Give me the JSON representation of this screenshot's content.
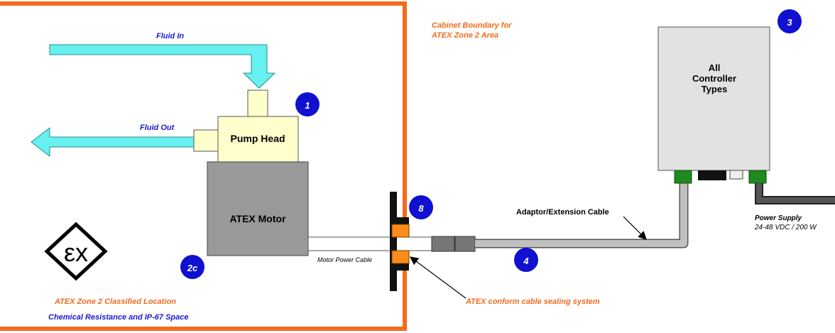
{
  "colors": {
    "boundary": "#f26b1d",
    "fluid": "#66f0ef",
    "fluid_stroke": "#2a8c8c",
    "pump_head": "#ffffcc",
    "motor": "#999999",
    "controller": "#e2e2e2",
    "cable": "#c0c0c0",
    "cable_dark": "#555555",
    "connector_green": "#1f8a1f",
    "marker": "#1010d0",
    "label_orange": "#f26b1d",
    "label_blue": "#1a1ad0",
    "seal_orange": "#ff8c1a",
    "seal_black": "#111111"
  },
  "labels": {
    "fluid_in": "Fluid In",
    "fluid_out": "Fluid Out",
    "pump_head": "Pump Head",
    "motor": "ATEX Motor",
    "motor_cable": "Motor Power Cable",
    "boundary_line1": "Cabinet Boundary for",
    "boundary_line2": "ATEX Zone 2 Area",
    "controller_line1": "All",
    "controller_line2": "Controller",
    "controller_line3": "Types",
    "extension_cable": "Adaptor/Extension Cable",
    "power_supply": "Power Supply",
    "power_spec": "24-48 VDC / 200 W",
    "seal_system": "ATEX conform cable sealing system",
    "zone_location": "ATEX Zone 2 Classified Location",
    "chem_space": "Chemical Resistance and IP-67 Space",
    "ex_symbol": "εx"
  },
  "markers": {
    "m1": "1",
    "m2c": "2c",
    "m3": "3",
    "m4": "4",
    "m8": "8"
  },
  "icons": {
    "ex": "atex-hexagon-icon"
  }
}
